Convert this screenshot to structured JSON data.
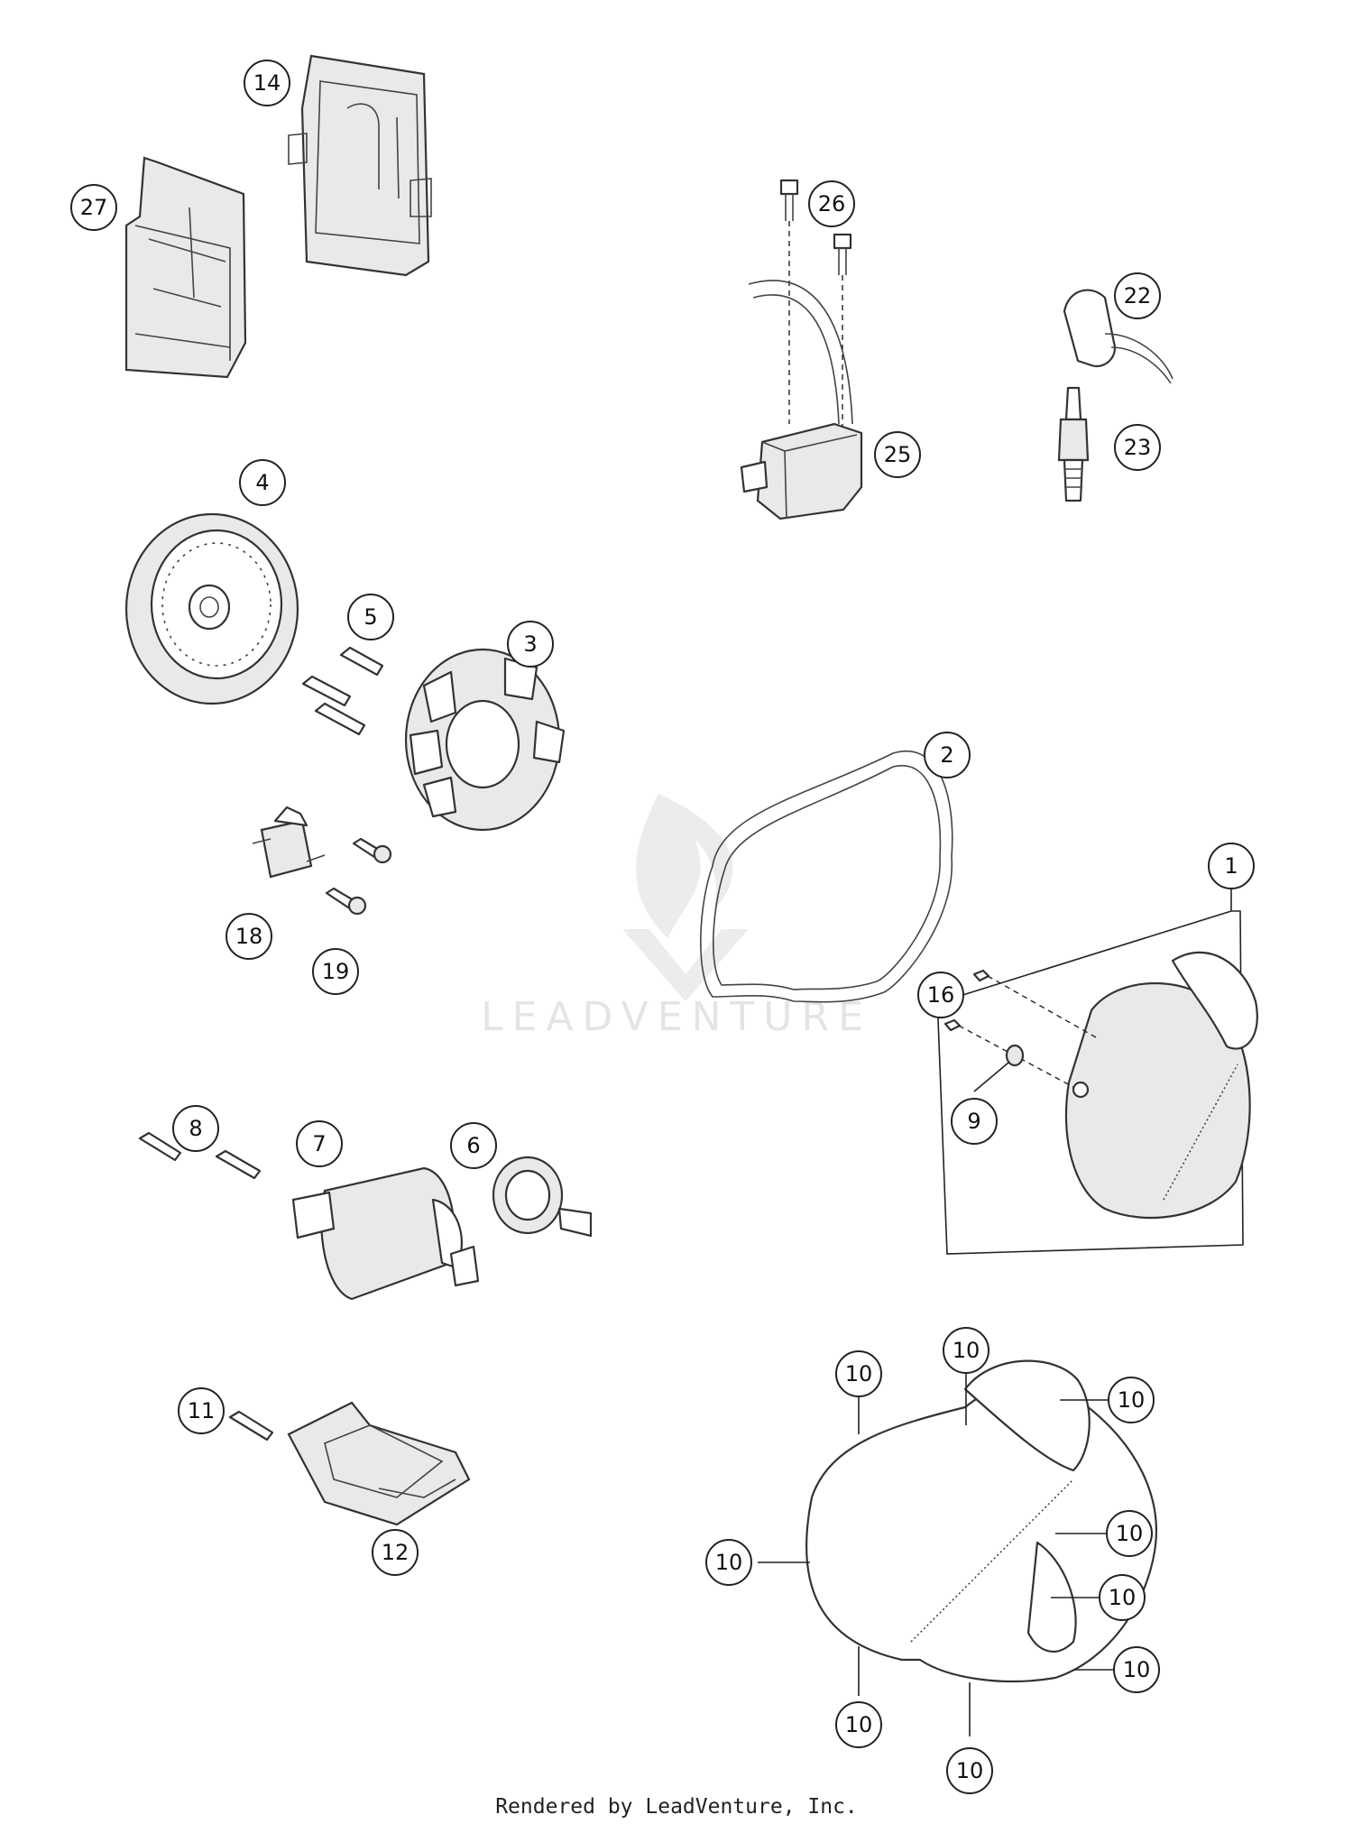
{
  "callouts": {
    "c1": "1",
    "c2": "2",
    "c3": "3",
    "c4": "4",
    "c5": "5",
    "c6": "6",
    "c7": "7",
    "c8": "8",
    "c9": "9",
    "c10": "10",
    "c11": "11",
    "c12": "12",
    "c14": "14",
    "c16": "16",
    "c18": "18",
    "c19": "19",
    "c22": "22",
    "c23": "23",
    "c25": "25",
    "c26": "26",
    "c27": "27"
  },
  "watermark": {
    "text": "LEADVENTURE"
  },
  "footer": {
    "text": "Rendered by LeadVenture, Inc."
  },
  "colors": {
    "line": "#333333",
    "fill_shade": "#e9e9e9",
    "watermark": "#e4e4e4"
  }
}
